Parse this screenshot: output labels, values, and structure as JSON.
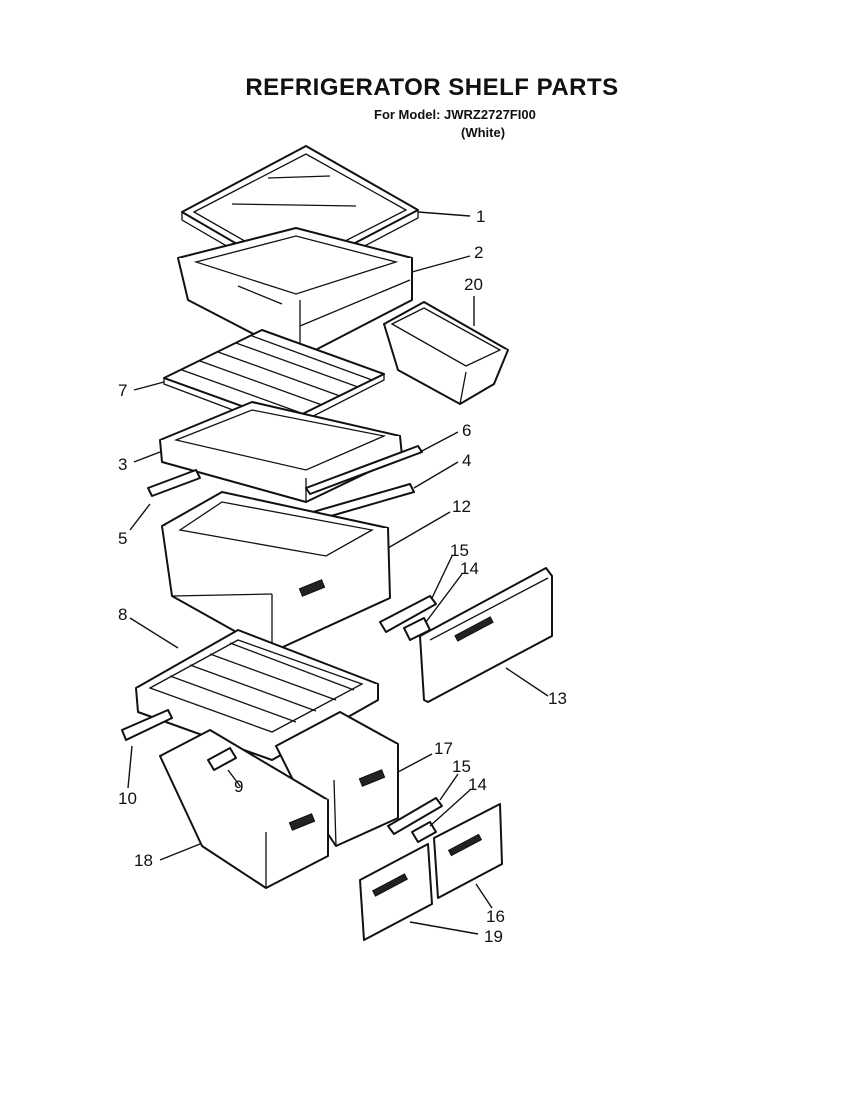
{
  "header": {
    "title": "REFRIGERATOR SHELF PARTS",
    "model_line": "For Model: JWRZ2727FI00",
    "variant": "(White)"
  },
  "callouts": [
    {
      "id": "c1",
      "label": "1"
    },
    {
      "id": "c2",
      "label": "2"
    },
    {
      "id": "c20",
      "label": "20"
    },
    {
      "id": "c7",
      "label": "7"
    },
    {
      "id": "c6",
      "label": "6"
    },
    {
      "id": "c3",
      "label": "3"
    },
    {
      "id": "c4",
      "label": "4"
    },
    {
      "id": "c12",
      "label": "12"
    },
    {
      "id": "c5",
      "label": "5"
    },
    {
      "id": "c15a",
      "label": "15"
    },
    {
      "id": "c14a",
      "label": "14"
    },
    {
      "id": "c8",
      "label": "8"
    },
    {
      "id": "c13",
      "label": "13"
    },
    {
      "id": "c17",
      "label": "17"
    },
    {
      "id": "c15b",
      "label": "15"
    },
    {
      "id": "c14b",
      "label": "14"
    },
    {
      "id": "c10",
      "label": "10"
    },
    {
      "id": "c9",
      "label": "9"
    },
    {
      "id": "c18",
      "label": "18"
    },
    {
      "id": "c16",
      "label": "16"
    },
    {
      "id": "c19",
      "label": "19"
    }
  ]
}
